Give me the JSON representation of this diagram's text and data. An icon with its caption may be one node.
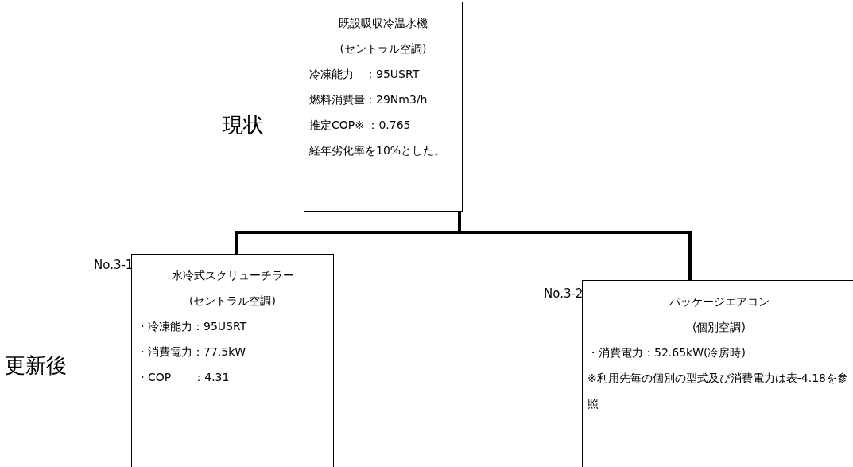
{
  "diagram": {
    "nodes": [
      {
        "text": [
          "既設吸収冷温水機",
          "(セントラル空調)",
          "冷凍能力　：95USRT",
          "燃料消費量：29Nm3/h",
          "推定COP※ ：0.765",
          "経年劣化率を10%とした。"
        ]
      },
      {
        "text": [
          "水冷式スクリューチラー",
          "(セントラル空調)",
          "・冷凍能力：95USRT",
          "・消費電力：77.5kW",
          "・COP　　：4.31"
        ],
        "beside": [
          "No.3-1"
        ]
      },
      {
        "text": [
          "パッケージエアコン",
          "(個別空調)",
          "・消費電力：52.65kW(冷房時)",
          "※利用先毎の個別の型式及び消費電力は表-4.18を参照"
        ],
        "beside": [
          "No.3-2"
        ]
      }
    ],
    "edges": [
      {
        "from": 0,
        "to": 1,
        "arrow": "none"
      },
      {
        "from": 0,
        "to": 2,
        "arrow": "none"
      }
    ],
    "labels": [
      "現状",
      "更新後"
    ]
  }
}
